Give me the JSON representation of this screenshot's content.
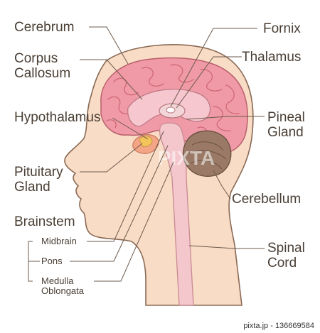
{
  "labels": {
    "cerebrum": "Cerebrum",
    "corpus_callosum_1": "Corpus",
    "corpus_callosum_2": "Callosum",
    "hypothalamus": "Hypothalamus",
    "pituitary_1": "Pituitary",
    "pituitary_2": "Gland",
    "brainstem": "Brainstem",
    "midbrain": "Midbrain",
    "pons": "Pons",
    "medulla_1": "Medulla",
    "medulla_2": "Oblongata",
    "fornix": "Fornix",
    "thalamus": "Thalamus",
    "pineal_1": "Pineal",
    "pineal_2": "Gland",
    "cerebellum": "Cerebellum",
    "spinal_1": "Spinal",
    "spinal_2": "Cord"
  },
  "watermark": "PIXTA",
  "footer": "pixta.jp - 136669584",
  "colors": {
    "skin": "#f8dcc6",
    "outline": "#8a6a55",
    "cerebrum": "#ef9aa6",
    "cerebrum_dark": "#d9707f",
    "stem": "#f3c7cc",
    "cerebellum": "#9a7a66",
    "pituitary": "#f2c45a",
    "text": "#4a3f35"
  }
}
